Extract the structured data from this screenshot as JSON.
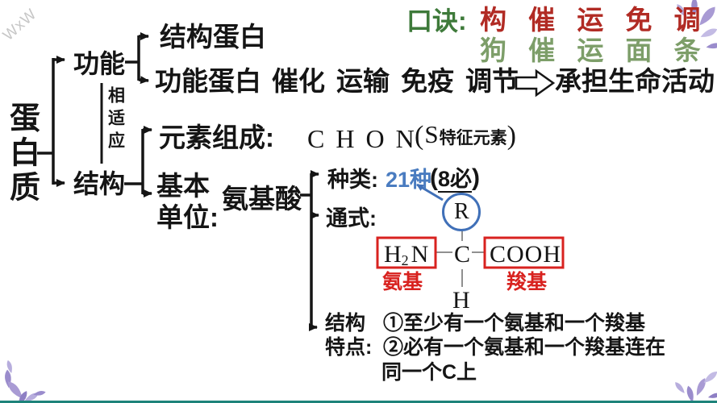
{
  "slide": {
    "watermark": "WxW",
    "root": "蛋白质",
    "function_branch": {
      "label": "功能",
      "structural_protein": "结构蛋白",
      "functional_protein": "功能蛋白",
      "functions": [
        "催化",
        "运输",
        "免疫",
        "调节"
      ],
      "result": "承担生命活动"
    },
    "relation_note": "相适应",
    "structure_branch": {
      "label": "结构",
      "elements": {
        "label": "元素组成:",
        "formula": "C H O N",
        "paren_open": "(",
        "special_element": "S",
        "special_note": "特征元素",
        "paren_close": ")"
      },
      "basic_unit": {
        "label_line1": "基本",
        "label_line2": "单位:",
        "value": "氨基酸"
      }
    },
    "mnemonic": {
      "label": "口诀:",
      "line1": "构 催 运 免 调",
      "line2": "狗 催 运 面 条"
    },
    "amino_acid": {
      "kinds": {
        "label": "种类:",
        "count": "21种",
        "paren_open": "(",
        "required": "8必",
        "paren_close": ")"
      },
      "formula": {
        "label": "通式:",
        "r_group": "R",
        "h2n_h": "H",
        "h2n_sub": "2",
        "h2n_n": "N",
        "alpha_c": "C",
        "cooh": "COOH",
        "h_bottom": "H",
        "amino_label": "氨基",
        "carboxyl_label": "羧基"
      },
      "features": {
        "label_line1": "结构",
        "label_line2": "特点:",
        "item1": "①至少有一个氨基和一个羧基",
        "item2": "②必有一个氨基和一个羧基连在",
        "item3": "同一个C上"
      }
    },
    "colors": {
      "mnemonic_label_green": "#3e7a3a",
      "mnemonic_red": "#b12b24",
      "mnemonic_light_green": "#7d9e69",
      "highlight_blue": "#4070b8",
      "kinds_count_blue": "#4a7cc0",
      "highlight_red": "#d8221f",
      "bottom_bar_teal": "#1d837a",
      "leaf_purple": "#a99bd4",
      "watermark_gray": "#c7c7c7"
    }
  }
}
